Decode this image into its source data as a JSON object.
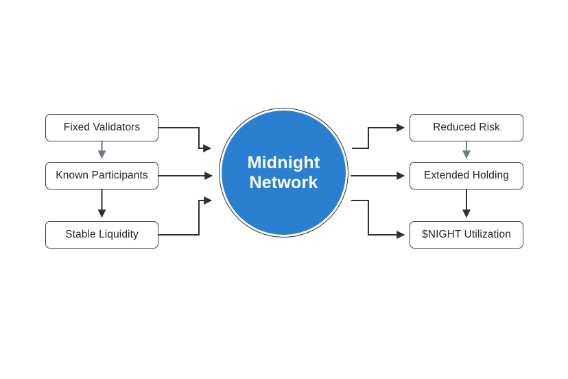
{
  "diagram": {
    "type": "flow-diagram",
    "background_color": "#ffffff",
    "hub": {
      "label_line1": "Midnight",
      "label_line2": "Network",
      "fill_color": "#2b7fd0",
      "ring_color": "#ffffff",
      "outline_color": "#2b2f36",
      "text_color": "#ffffff"
    },
    "inputs": [
      {
        "label": "Fixed Validators"
      },
      {
        "label": "Known Participants"
      },
      {
        "label": "Stable Liquidity"
      }
    ],
    "outputs": [
      {
        "label": "Reduced Risk"
      },
      {
        "label": "Extended Holding"
      },
      {
        "label": "$NIGHT Utilization"
      }
    ],
    "connectors": [
      {
        "from": "Fixed Validators",
        "to": "Midnight Network",
        "style": "elbow-right-down-right",
        "color": "#2b2f36"
      },
      {
        "from": "Known Participants",
        "to": "Midnight Network",
        "style": "straight-right",
        "color": "#2b2f36"
      },
      {
        "from": "Stable Liquidity",
        "to": "Midnight Network",
        "style": "elbow-right-up-right",
        "color": "#2b2f36"
      },
      {
        "from": "Midnight Network",
        "to": "Reduced Risk",
        "style": "elbow-right-up-right",
        "color": "#2b2f36"
      },
      {
        "from": "Midnight Network",
        "to": "Extended Holding",
        "style": "straight-right",
        "color": "#2b2f36"
      },
      {
        "from": "Midnight Network",
        "to": "$NIGHT Utilization",
        "style": "elbow-right-down-right",
        "color": "#2b2f36"
      },
      {
        "from": "Fixed Validators",
        "to": "Known Participants",
        "style": "vertical-down",
        "color": "#6b7a8c"
      },
      {
        "from": "Known Participants",
        "to": "Stable Liquidity",
        "style": "vertical-down",
        "color": "#2b2f36"
      },
      {
        "from": "Reduced Risk",
        "to": "Extended Holding",
        "style": "vertical-down",
        "color": "#6b7a8c"
      },
      {
        "from": "Extended Holding",
        "to": "$NIGHT Utilization",
        "style": "vertical-down",
        "color": "#2b2f36"
      }
    ]
  }
}
